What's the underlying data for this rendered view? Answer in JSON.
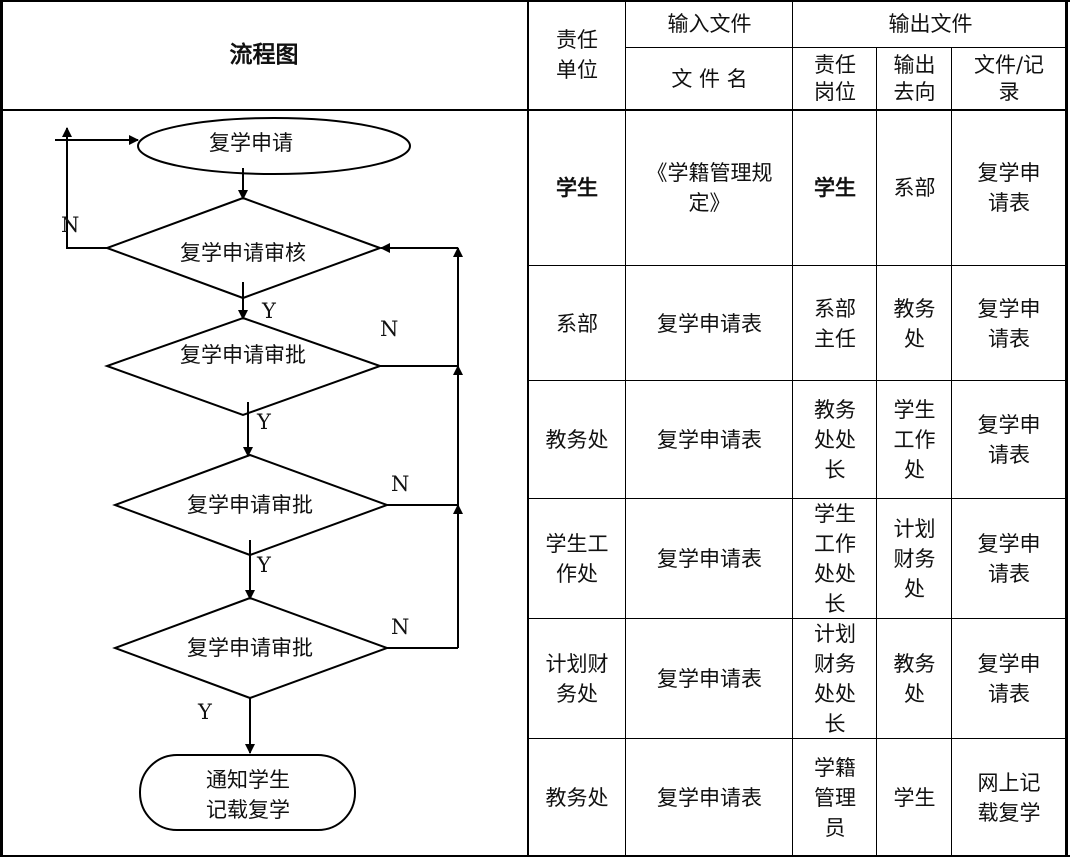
{
  "header": {
    "flow_title": "流程图",
    "unit": "责任\n单位",
    "input_group": "输入文件",
    "input_name": "文 件 名",
    "output_group": "输出文件",
    "out_post": "责任\n岗位",
    "out_dest": "输出\n去向",
    "out_record": "文件/记\n录"
  },
  "flow": {
    "start": "复学申请",
    "d1": "复学申请审核",
    "d2": "复学申请审批",
    "d3": "复学申请审批",
    "d4": "复学申请审批",
    "end1": "通知学生",
    "end2": "记载复学",
    "n": "N",
    "y": "Y"
  },
  "rows": [
    {
      "unit": "学生",
      "file": "《学籍管理规\n定》",
      "post": "学生",
      "dest": "系部",
      "record": "复学申\n请表"
    },
    {
      "unit": "系部",
      "file": "复学申请表",
      "post": "系部\n主任",
      "dest": "教务\n处",
      "record": "复学申\n请表"
    },
    {
      "unit": "教务处",
      "file": "复学申请表",
      "post": "教务\n处处\n长",
      "dest": "学生\n工作\n处",
      "record": "复学申\n请表"
    },
    {
      "unit": "学生工\n作处",
      "file": "复学申请表",
      "post": "学生\n工作\n处处\n长",
      "dest": "计划\n财务\n处",
      "record": "复学申\n请表"
    },
    {
      "unit": "计划财\n务处",
      "file": "复学申请表",
      "post": "计划\n财务\n处处\n长",
      "dest": "教务\n处",
      "record": "复学申\n请表"
    },
    {
      "unit": "教务处",
      "file": "复学申请表",
      "post": "学籍\n管理\n员",
      "dest": "学生",
      "record": "网上记\n载复学"
    }
  ]
}
